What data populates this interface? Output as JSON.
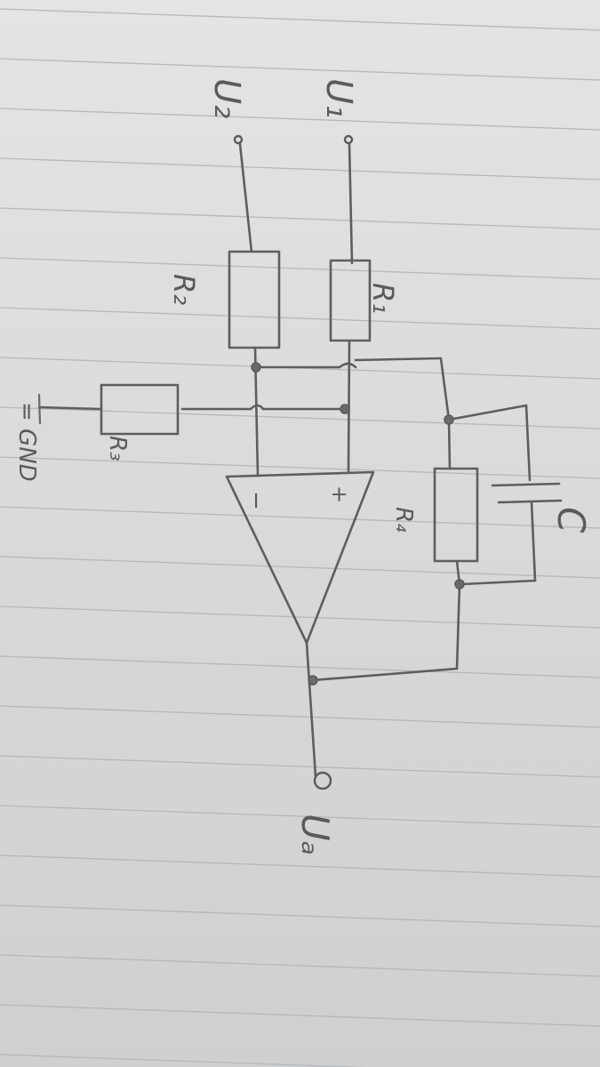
{
  "labels": {
    "input_1": "U₁",
    "input_2": "U₂",
    "output": "Uₐ",
    "r1": "R₁",
    "r2": "R₂",
    "r3": "R₃",
    "r4": "R₄",
    "capacitor": "C",
    "ground": "= GND",
    "plus": "+",
    "minus": "−"
  },
  "colors": {
    "paper": "#dcdcdc",
    "rule_line": "#b3b8c0",
    "ink": "#5e5e5e"
  }
}
